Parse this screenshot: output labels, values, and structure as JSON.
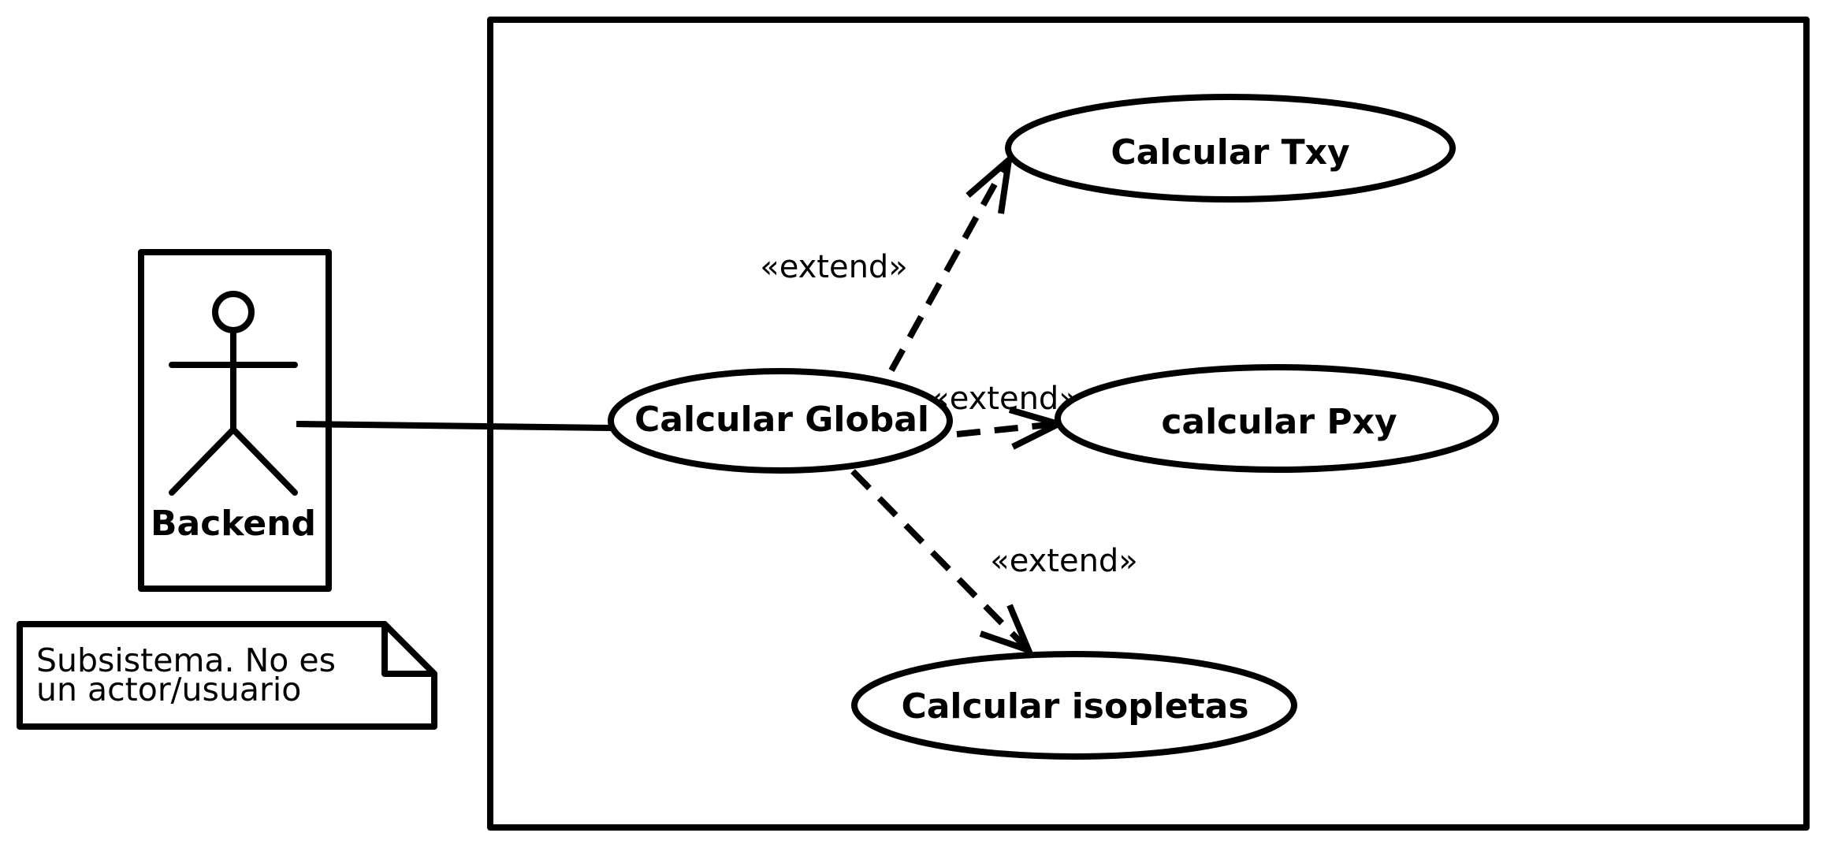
{
  "actor": {
    "name": "Backend"
  },
  "note": {
    "lines": [
      "Subsistema. No es",
      "un actor/usuario"
    ]
  },
  "use_cases": {
    "global": "Calcular Global",
    "txy": "Calcular Txy",
    "pxy": "calcular Pxy",
    "isopletas": "Calcular isopletas"
  },
  "relations": {
    "extend_txy": "«extend»",
    "extend_pxy": "«extend»",
    "extend_isopletas": "«extend»"
  }
}
